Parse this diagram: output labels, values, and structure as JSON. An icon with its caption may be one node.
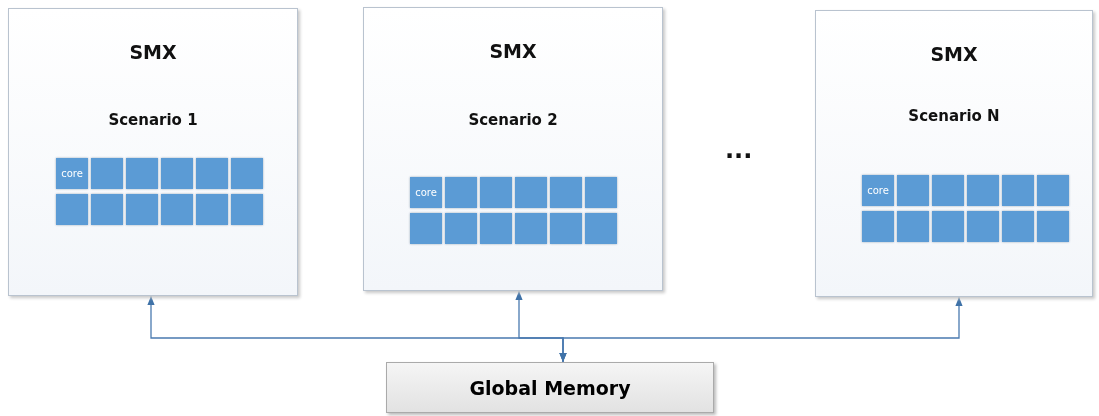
{
  "diagram": {
    "nodes": [
      {
        "text": [
          "SMX",
          "Scenario 1"
        ]
      },
      {
        "text": [
          "core"
        ],
        "in": 0
      },
      {
        "text": [],
        "shape": "box",
        "in": 0
      },
      {
        "text": [],
        "shape": "box",
        "in": 0
      },
      {
        "text": [],
        "shape": "box",
        "in": 0
      },
      {
        "text": [],
        "shape": "box",
        "in": 0
      },
      {
        "text": [],
        "shape": "box",
        "in": 0
      },
      {
        "text": [],
        "shape": "box",
        "in": 0
      },
      {
        "text": [],
        "shape": "box",
        "in": 0
      },
      {
        "text": [],
        "shape": "box",
        "in": 0
      },
      {
        "text": [],
        "shape": "box",
        "in": 0
      },
      {
        "text": [],
        "shape": "box",
        "in": 0
      },
      {
        "text": [],
        "shape": "box",
        "in": 0
      },
      {
        "text": [
          "SMX",
          "Scenario 2"
        ]
      },
      {
        "text": [
          "core"
        ],
        "in": 13
      },
      {
        "text": [],
        "shape": "box",
        "in": 13
      },
      {
        "text": [],
        "shape": "box",
        "in": 13
      },
      {
        "text": [],
        "shape": "box",
        "in": 13
      },
      {
        "text": [],
        "shape": "box",
        "in": 13
      },
      {
        "text": [],
        "shape": "box",
        "in": 13
      },
      {
        "text": [],
        "shape": "box",
        "in": 13
      },
      {
        "text": [],
        "shape": "box",
        "in": 13
      },
      {
        "text": [],
        "shape": "box",
        "in": 13
      },
      {
        "text": [],
        "shape": "box",
        "in": 13
      },
      {
        "text": [],
        "shape": "box",
        "in": 13
      },
      {
        "text": [],
        "shape": "box",
        "in": 13
      },
      {
        "text": [
          "SMX",
          "Scenario N"
        ]
      },
      {
        "text": [
          "core"
        ],
        "in": 26
      },
      {
        "text": [],
        "shape": "box",
        "in": 26
      },
      {
        "text": [],
        "shape": "box",
        "in": 26
      },
      {
        "text": [],
        "shape": "box",
        "in": 26
      },
      {
        "text": [],
        "shape": "box",
        "in": 26
      },
      {
        "text": [],
        "shape": "box",
        "in": 26
      },
      {
        "text": [],
        "shape": "box",
        "in": 26
      },
      {
        "text": [],
        "shape": "box",
        "in": 26
      },
      {
        "text": [],
        "shape": "box",
        "in": 26
      },
      {
        "text": [],
        "shape": "box",
        "in": 26
      },
      {
        "text": [],
        "shape": "box",
        "in": 26
      },
      {
        "text": [],
        "shape": "box",
        "in": 26
      },
      {
        "text": [
          "Global Memory"
        ]
      }
    ],
    "edges": [
      {
        "from": 39,
        "to": 0,
        "arrow": "both"
      },
      {
        "from": 39,
        "to": 13,
        "arrow": "both"
      },
      {
        "from": 39,
        "to": 26,
        "arrow": "both"
      }
    ],
    "labels": [
      "..."
    ]
  }
}
